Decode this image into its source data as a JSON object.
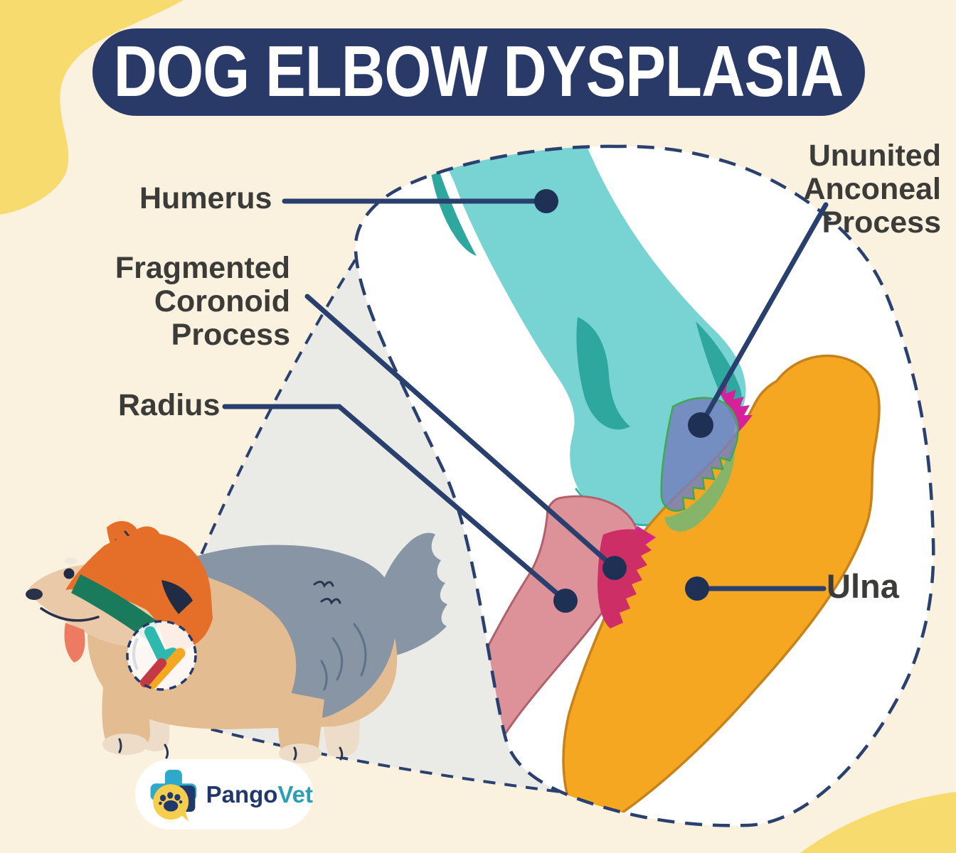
{
  "title": "DOG ELBOW DYSPLASIA",
  "labels": {
    "humerus": "Humerus",
    "fragmented_coronoid_process": "Fragmented\nCoronoid\nProcess",
    "radius": "Radius",
    "ununited_anconeal_process": "Ununited\nAnconeal\nProcess",
    "ulna": "Ulna"
  },
  "logo": {
    "brand_primary": "Pango",
    "brand_secondary": "Vet",
    "icon": "medical-cross-paw-speech-bubble"
  },
  "colors": {
    "background": "#FBF1DF",
    "accent_yellow": "#F7DB6E",
    "banner_navy": "#2A3A68",
    "leader_line_navy": "#29406F",
    "dot_navy": "#1F3055",
    "label_text": "#3B3B39",
    "zoom_circle_fill": "#FFFFFF",
    "cone_gray": "#EAEBE6",
    "humerus_teal": "#77D4D2",
    "humerus_teal_dark": "#2EA79F",
    "ulna_orange": "#F6A722",
    "ulna_outline": "#C8821C",
    "radius_pink": "#DD929A",
    "radius_outline": "#B2606C",
    "coronoid_crimson": "#CE2E66",
    "lesion_magenta": "#D6219A",
    "anconeal_purple": "#7481BE",
    "lesion_green": "#86B468",
    "dog_orange": "#E56F28",
    "dog_gray": "#8895A5",
    "dog_tan": "#E3BC92",
    "dog_cream": "#EDDCC8",
    "collar_green": "#1A7B5C",
    "logo_blue": "#2EA9C9",
    "logo_navy": "#20386B",
    "logo_yellow": "#F6CE4D"
  }
}
